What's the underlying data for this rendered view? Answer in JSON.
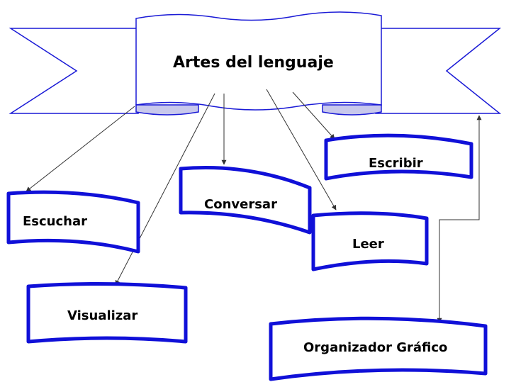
{
  "title": "Artes del lenguaje",
  "nodes": {
    "escuchar": "Escuchar",
    "conversar": "Conversar",
    "escribir": "Escribir",
    "leer": "Leer",
    "visualizar": "Visualizar",
    "organizador": "Organizador Gráfico"
  },
  "colors": {
    "banner_fill": "#ffffff",
    "banner_outline": "#1a1ad6",
    "flag_stroke": "#1010d8",
    "arrow": "#333333",
    "text": "#000000"
  },
  "icons": {
    "banner": "ribbon-banner",
    "flags": "wavy-flag-shape"
  }
}
